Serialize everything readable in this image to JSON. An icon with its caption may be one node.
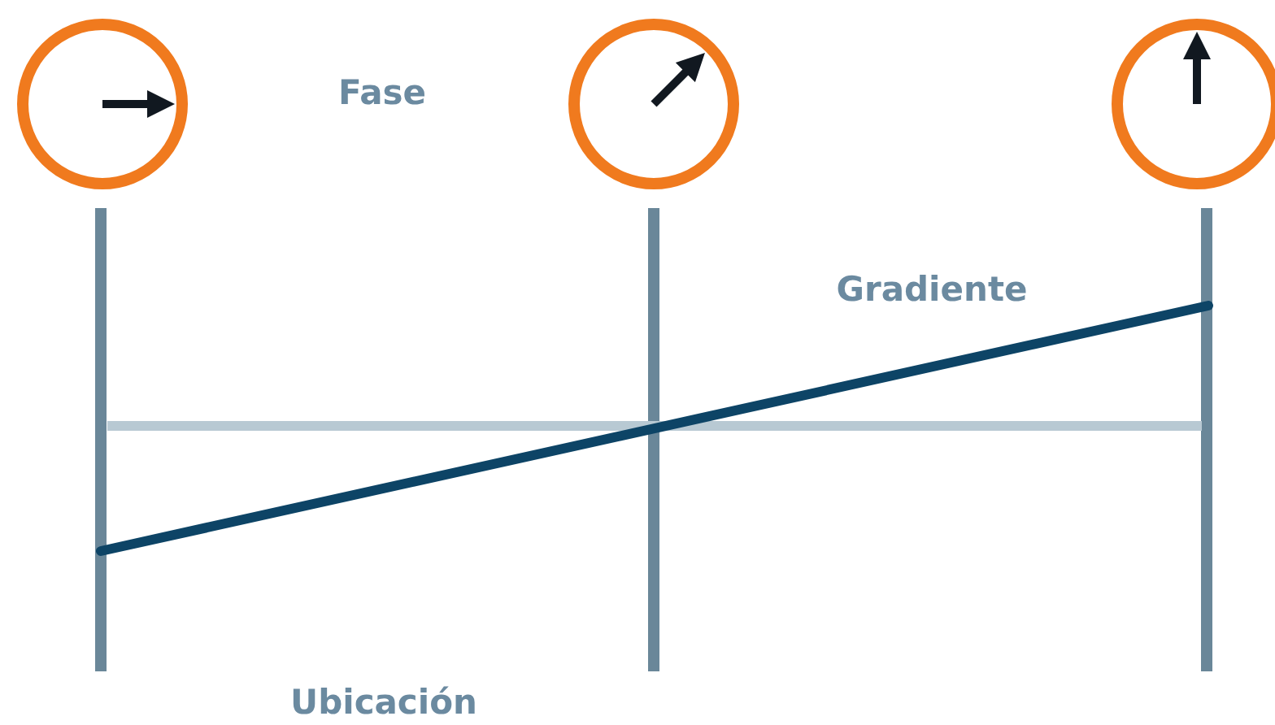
{
  "diagram": {
    "labels": [
      "Fase",
      "Gradiente",
      "Ubicación"
    ]
  }
}
